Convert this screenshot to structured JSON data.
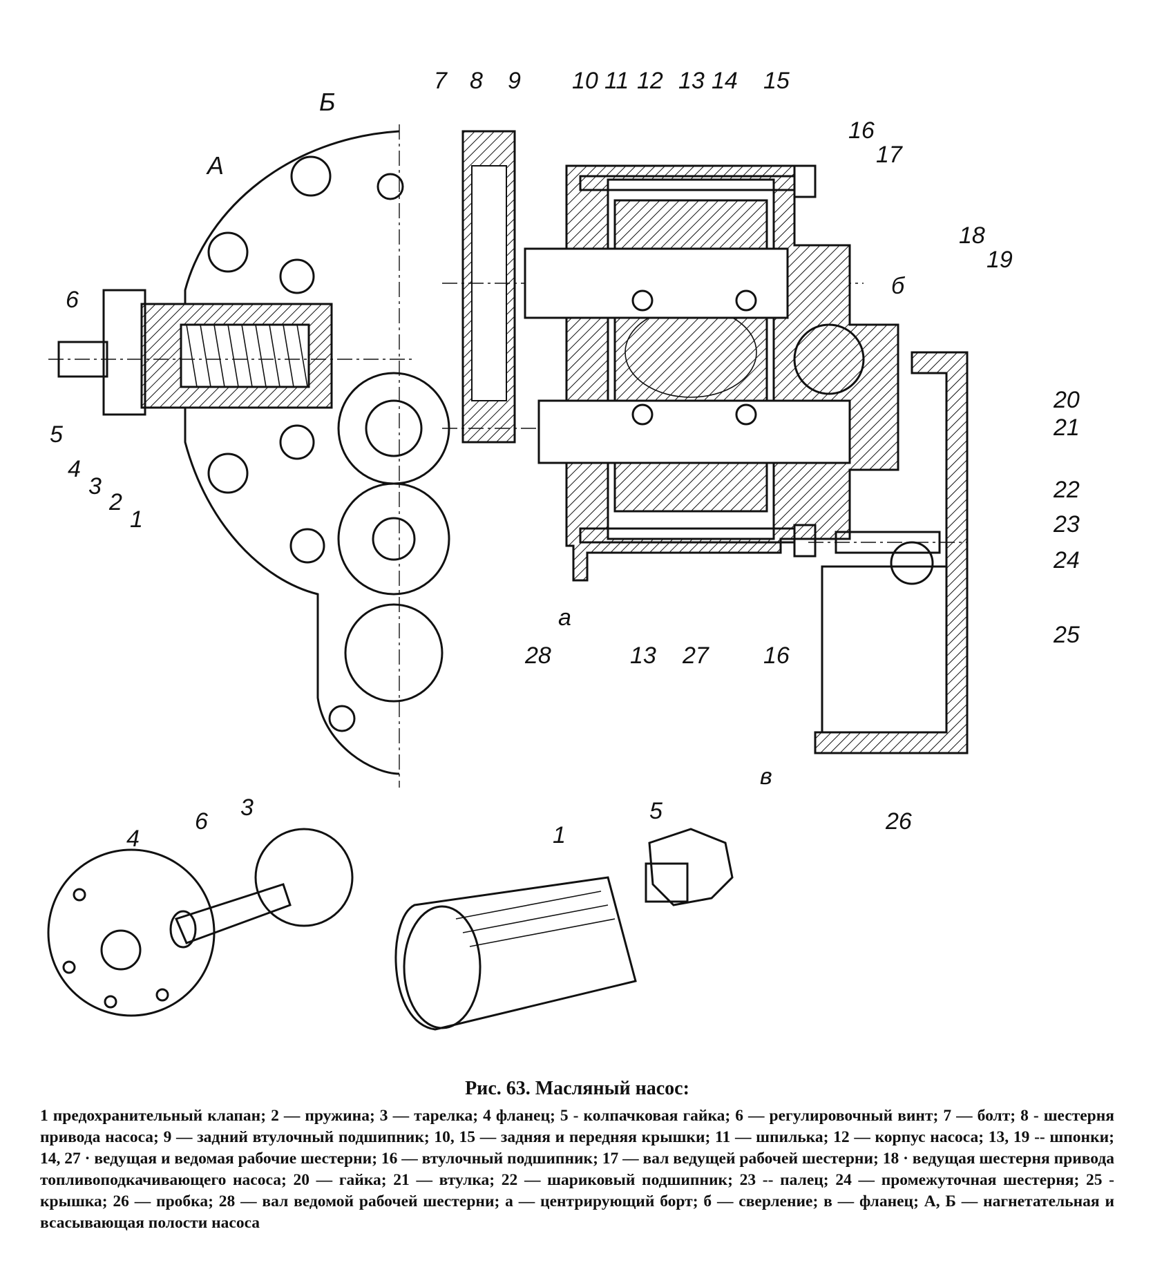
{
  "figure": {
    "callouts_top": [
      "7",
      "8",
      "9",
      "10",
      "11",
      "12",
      "13",
      "14",
      "15"
    ],
    "callouts_right_side": [
      "16",
      "17",
      "б",
      "18",
      "19",
      "20",
      "21",
      "22",
      "23",
      "24",
      "25"
    ],
    "callouts_left": [
      "6",
      "5",
      "4",
      "3",
      "2",
      "1"
    ],
    "callouts_bottom": [
      "а",
      "28",
      "13",
      "27",
      "16",
      "в",
      "26"
    ],
    "cavity_labels": [
      "А",
      "Б"
    ],
    "exploded_parts": [
      "4",
      "6",
      "3",
      "1",
      "5"
    ]
  },
  "caption": {
    "title": "Рис. 63. Масляный насос:",
    "text": "1  предохранительный клапан; 2 — пружина; 3 — тарелка; 4  фланец; 5 - колпачковая гайка; 6 — регулировочный винт; 7 — болт; 8 - шестерня привода насоса; 9 — задний втулочный подшипник; 10, 15 — задняя и передняя крышки; 11 — шпилька; 12 — корпус насоса; 13, 19 -- шпонки; 14, 27 · ведущая и ведомая рабочие шестерни; 16 — втулочный подшипник; 17 — вал ведущей рабочей шестерни; 18 · ведущая шестерня привода топливоподкачивающего насоса; 20 — гайка; 21 — втулка; 22 — шариковый подшипник; 23 -- палец; 24 — промежуточная шестерня; 25 - крышка; 26 — пробка; 28 — вал ведомой рабочей шестерни; а — центрирующий борт; б — сверление; в — фланец; А, Б — нагнетательная и всасывающая полости насоса"
  }
}
